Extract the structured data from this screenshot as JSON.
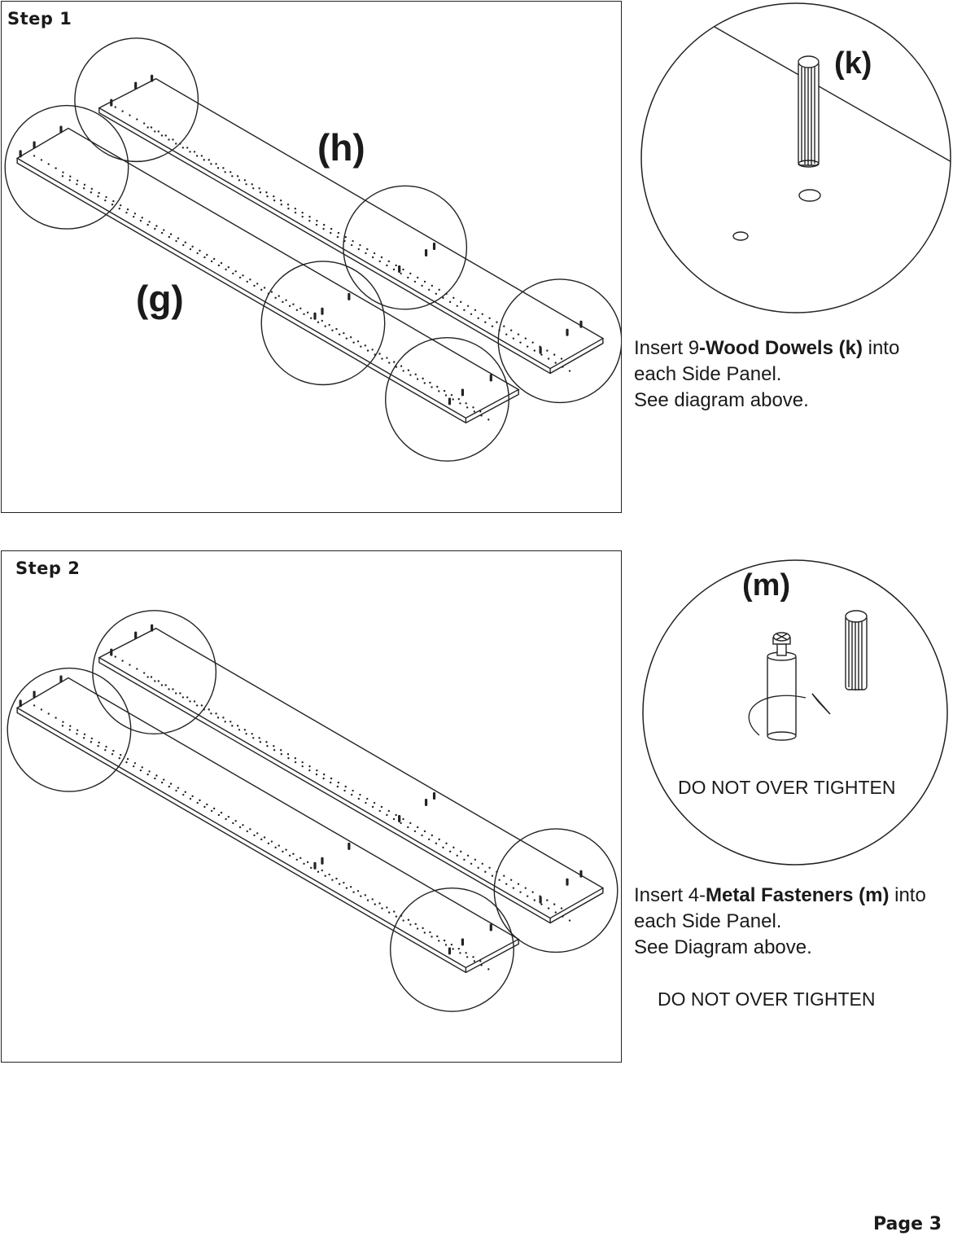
{
  "step1": {
    "title": "Step 1",
    "label_h": "(h)",
    "label_g": "(g)",
    "detail_label": "(k)",
    "instruction": {
      "line1_pre": "Insert 9",
      "line1_bold": "-Wood Dowels (k)",
      "line1_post": " into",
      "line2": "each Side Panel.",
      "line3": "See diagram above."
    }
  },
  "step2": {
    "title": "Step 2",
    "detail_label": "(m)",
    "detail_warning": "DO NOT OVER TIGHTEN",
    "instruction": {
      "line1_pre": "Insert 4-",
      "line1_bold": "Metal Fasteners (m)",
      "line1_post": " into",
      "line2": "each Side Panel.",
      "line3": "See Diagram above.",
      "warning": "DO NOT OVER TIGHTEN"
    }
  },
  "footer": {
    "page": "Page 3"
  }
}
